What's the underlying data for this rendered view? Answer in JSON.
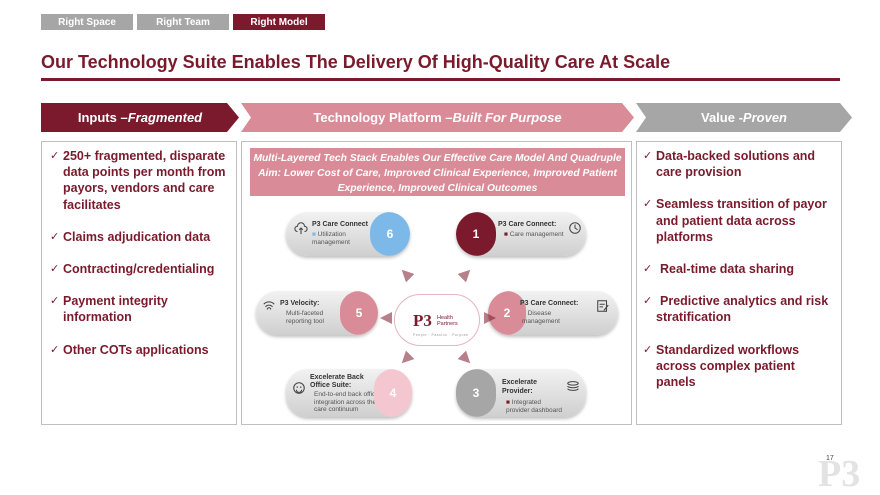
{
  "tabs": [
    {
      "label": "Right Space"
    },
    {
      "label": "Right Team"
    },
    {
      "label": "Right Model"
    }
  ],
  "title": "Our Technology Suite Enables The Delivery Of High-Quality Care At Scale",
  "chevrons": {
    "inputs": {
      "lead": "Inputs – ",
      "emph": "Fragmented"
    },
    "tech": {
      "lead": "Technology Platform – ",
      "emph": "Built For Purpose"
    },
    "value": {
      "lead": "Value - ",
      "emph": "Proven"
    }
  },
  "inputs": [
    "250+ fragmented, disparate data points per month from payors, vendors and care facilitates",
    "Claims adjudication data",
    "Contracting/credentialing",
    "Payment integrity information",
    "Other COTs applications"
  ],
  "platform": {
    "banner": "Multi-Layered Tech Stack Enables Our Effective Care Model And Quadruple Aim: Lower Cost of Care, Improved Clinical Experience, Improved Patient Experience, Improved Clinical Outcomes",
    "center": {
      "logo": "P3",
      "line1": "Health",
      "line2": "Partners",
      "tag": "People · Passion · Purpose"
    },
    "items": [
      {
        "num": "6",
        "title": "P3 Care Connect",
        "desc": "Utilization management"
      },
      {
        "num": "1",
        "title": "P3 Care Connect:",
        "desc": "Care management"
      },
      {
        "num": "5",
        "title": "P3 Velocity:",
        "desc": "Multi-faceted reporting tool"
      },
      {
        "num": "2",
        "title": "P3 Care Connect:",
        "desc": "Disease management"
      },
      {
        "num": "4",
        "title": "Excelerate Back Office Suite:",
        "desc": "End-to-end back office integration across the care continuum"
      },
      {
        "num": "3",
        "title": "Excelerate Provider:",
        "desc": "Integrated provider dashboard"
      }
    ]
  },
  "value": [
    "Data-backed solutions and care provision",
    "Seamless transition of payor and patient data across platforms",
    "Real-time data sharing",
    "Predictive analytics and risk stratification",
    "Standardized workflows across complex patient panels"
  ],
  "footer": {
    "page": "17",
    "logo": "P3"
  },
  "colors": {
    "maroon": "#7a1a2c",
    "pink": "#d98c98",
    "blue": "#7cb9e8",
    "gray": "#a6a6a6",
    "lightpink": "#f4c6cf"
  },
  "check_icon": "✓"
}
